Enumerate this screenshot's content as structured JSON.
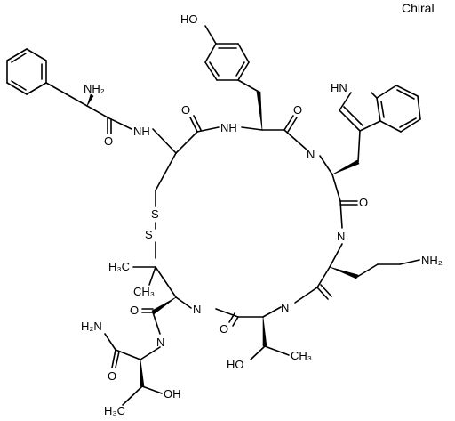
{
  "chiral_flag": "Chiral",
  "labels": {
    "nh2_phe": "NH₂",
    "o_phe": "O",
    "nh_cys": "NH",
    "o_cys": "O",
    "nh_tyr": "NH",
    "o_tyr": "O",
    "ho_tyr": "HO",
    "hn_indole": "HN",
    "n_trp": "N",
    "o_trp": "O",
    "n_orn": "N",
    "nh2_orn": "NH₂",
    "s_top": "S",
    "s_bottom": "S",
    "h3c_left": "H₃C",
    "ch3_pen": "CH₃",
    "n_pen": "N",
    "o_pen": "O",
    "n_thr": "N",
    "o_thr": "O",
    "h2n_amide": "H₂N",
    "n_throl": "N",
    "o_amide": "O",
    "ho_thr": "HO",
    "ch3_thr": "CH₃",
    "oh_throl": "OH",
    "h3c_throl": "H₃C"
  }
}
